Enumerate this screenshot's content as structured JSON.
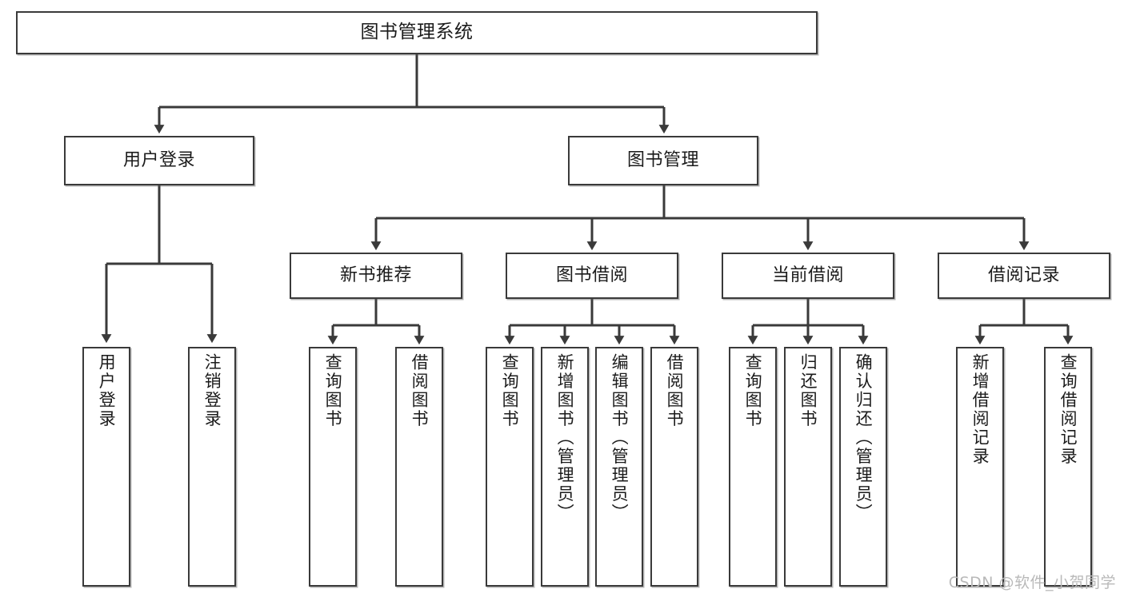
{
  "diagram": {
    "title": "图书管理系统",
    "type": "tree",
    "theme": {
      "background": "#ffffff",
      "box_border": "#3a3a3a",
      "box_fill": "#ffffff",
      "connector": "#3a3a3a",
      "text": "#1b1b1b",
      "watermark": "#b9b9b9"
    },
    "root": {
      "id": "root",
      "label": "图书管理系统"
    },
    "level2": [
      {
        "id": "user-login",
        "label": "用户登录"
      },
      {
        "id": "book-manage",
        "label": "图书管理"
      }
    ],
    "level3": [
      {
        "id": "new-book-recommend",
        "label": "新书推荐"
      },
      {
        "id": "book-borrow",
        "label": "图书借阅"
      },
      {
        "id": "current-borrow",
        "label": "当前借阅"
      },
      {
        "id": "borrow-record",
        "label": "借阅记录"
      }
    ],
    "leaves": {
      "user-login": [
        {
          "id": "leaf-user-login",
          "label": "用户登录"
        },
        {
          "id": "leaf-logout-login",
          "label": "注销登录"
        }
      ],
      "new-book-recommend": [
        {
          "id": "leaf-query-book-1",
          "label": "查询图书"
        },
        {
          "id": "leaf-borrow-book-1",
          "label": "借阅图书"
        }
      ],
      "book-borrow": [
        {
          "id": "leaf-query-book-2",
          "label": "查询图书"
        },
        {
          "id": "leaf-add-book",
          "label": "新增图书（管理员）"
        },
        {
          "id": "leaf-edit-book",
          "label": "编辑图书（管理员）"
        },
        {
          "id": "leaf-borrow-book-2",
          "label": "借阅图书"
        }
      ],
      "current-borrow": [
        {
          "id": "leaf-query-book-3",
          "label": "查询图书"
        },
        {
          "id": "leaf-return-book",
          "label": "归还图书"
        },
        {
          "id": "leaf-confirm-return",
          "label": "确认归还（管理员）"
        }
      ],
      "borrow-record": [
        {
          "id": "leaf-add-record",
          "label": "新增借阅记录"
        },
        {
          "id": "leaf-query-record",
          "label": "查询借阅记录"
        }
      ]
    }
  },
  "watermark": "CSDN @软件_小贺同学"
}
